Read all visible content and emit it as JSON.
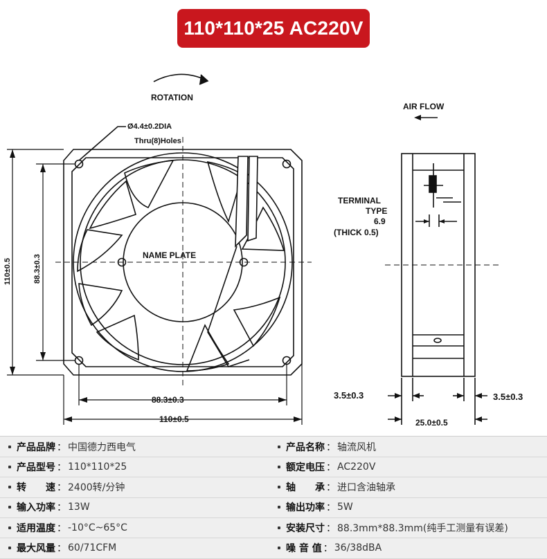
{
  "title": "110*110*25 AC220V",
  "drawing": {
    "rotation_label": "ROTATION",
    "hole_spec_line1": "Ø4.4±0.2DIA",
    "hole_spec_line2": "Thru(8)Holes",
    "name_plate": "NAME PLATE",
    "dim_outer_vertical": "110±0.5",
    "dim_inner_vertical": "88.3±0.3",
    "dim_inner_horizontal": "88.3±0.3",
    "dim_outer_horizontal": "110±0.5",
    "airflow_label": "AIR FLOW",
    "terminal_line1": "TERMINAL",
    "terminal_line2": "TYPE",
    "terminal_line3": "6.9",
    "terminal_line4": "(THICK 0.5)",
    "dim_side_left": "3.5±0.3",
    "dim_side_right": "3.5±0.3",
    "dim_depth": "25.0±0.5"
  },
  "specs": [
    {
      "l_label": "产品品牌",
      "l_value": "中国德力西电气",
      "r_label": "产品名称",
      "r_value": "轴流风机"
    },
    {
      "l_label": "产品型号",
      "l_value": "110*110*25",
      "r_label": "额定电压",
      "r_value": "AC220V"
    },
    {
      "l_label": "转　　速",
      "l_value": "2400转/分钟",
      "r_label": "轴　　承",
      "r_value": "进口含油轴承"
    },
    {
      "l_label": "输入功率",
      "l_value": "13W",
      "r_label": "输出功率",
      "r_value": "5W"
    },
    {
      "l_label": "适用温度",
      "l_value": "-10°C~65°C",
      "r_label": "安装尺寸",
      "r_value": "88.3mm*88.3mm(纯手工测量有误差)"
    },
    {
      "l_label": "最大风量",
      "l_value": "60/71CFM",
      "r_label": "噪 音 值",
      "r_value": "36/38dBA"
    }
  ]
}
